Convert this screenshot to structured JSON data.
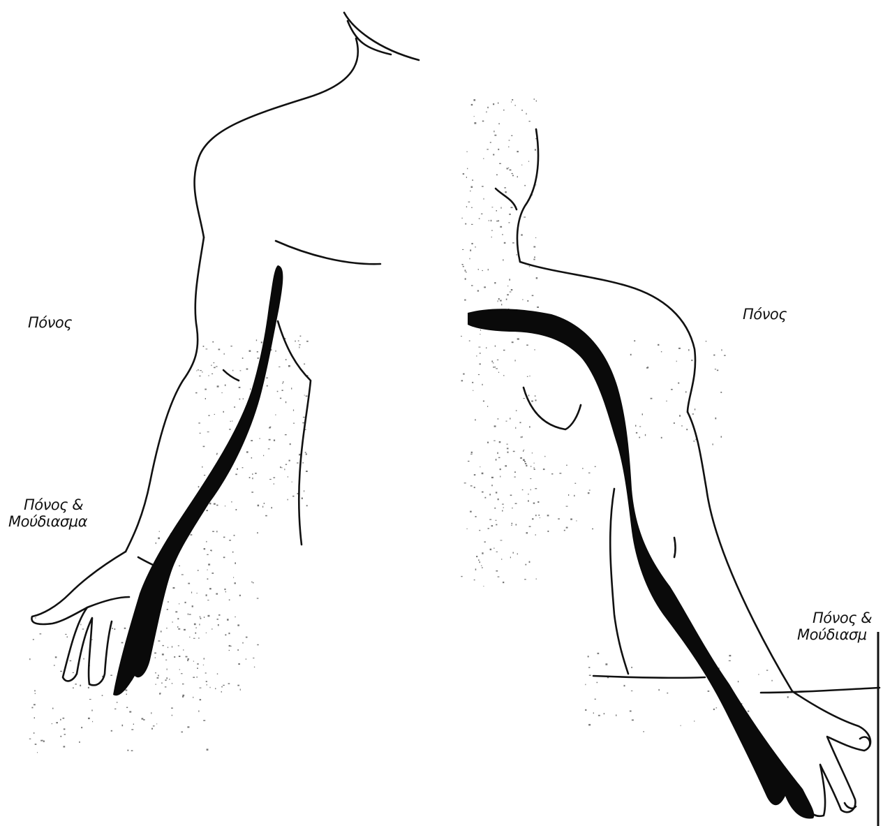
{
  "figure": {
    "left_panel": {
      "label_pain": "Πόνος",
      "label_pain_numbness_line1": "Πόνος &",
      "label_pain_numbness_line2": "Μούδιασμα"
    },
    "right_panel": {
      "label_pain": "Πόνος",
      "label_pain_numbness_line1": "Πόνος &",
      "label_pain_numbness_line2": "Μούδιασμ"
    }
  },
  "colors": {
    "outline": "#111111",
    "pain_band": "#0a0a0a",
    "stipple": "#777777",
    "background": "#ffffff"
  }
}
